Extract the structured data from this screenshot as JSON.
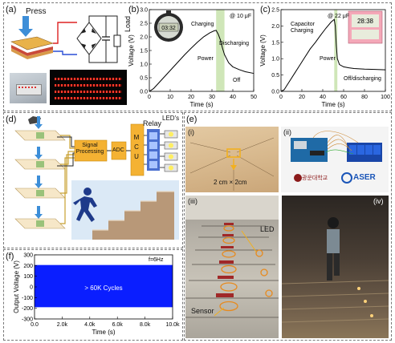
{
  "panels": {
    "a": {
      "letter": "(a)",
      "press": "Press",
      "load": "Load"
    },
    "b": {
      "letter": "(b)",
      "annotation": "@ 10 μF",
      "charging": "Charging",
      "power": "Power",
      "discharging": "Discharging",
      "off": "Off",
      "stopwatch_display": "03:32"
    },
    "c": {
      "letter": "(c)",
      "annotation": "@ 22 μF",
      "capacitor_charging": "Capacitor\nCharging",
      "power": "Power",
      "off_discharging": "Off/discharging",
      "meter_display": "28:38"
    },
    "d": {
      "letter": "(d)",
      "signal_processing": "Signal\nProcessing",
      "adc": "ADC",
      "mcu": "M\nC\nU",
      "relay": "Relay",
      "leds": "LED's"
    },
    "e": {
      "letter": "(e)",
      "sub_i": "(i)",
      "sub_ii": "(ii)",
      "sub_iii": "(iii)",
      "sub_iv": "(iv)",
      "sensor_size": "2 cm × 2cm",
      "led": "LED",
      "sensor": "Sensor",
      "logo_korean": "광운대학교",
      "logo_aser": "ASER"
    },
    "f": {
      "letter": "(f)",
      "freq": "f=6Hz",
      "cycles": "> 60K Cycles"
    }
  },
  "chart_data": [
    {
      "id": "b",
      "type": "line",
      "xlabel": "Time (s)",
      "ylabel": "Voltage (V)",
      "xlim": [
        0,
        50
      ],
      "ylim": [
        0,
        3.0
      ],
      "xticks": [
        0,
        10,
        20,
        30,
        40,
        50
      ],
      "yticks": [
        0.0,
        0.5,
        1.0,
        1.5,
        2.0,
        2.5,
        3.0
      ],
      "ytick_labels": [
        "0.0",
        "0.5",
        "1.0",
        "1.5",
        "2.0",
        "2.5",
        "3.0"
      ],
      "highlight_band": [
        32,
        36
      ],
      "highlight_color": "#cfe6b8",
      "series": [
        {
          "x": [
            0,
            2,
            5,
            8,
            11,
            14,
            17,
            20,
            23,
            26,
            29,
            31,
            32,
            33,
            34,
            35,
            36,
            38,
            40,
            43,
            46,
            50
          ],
          "y": [
            0.0,
            0.1,
            0.35,
            0.6,
            0.85,
            1.1,
            1.35,
            1.58,
            1.8,
            2.0,
            2.15,
            2.22,
            2.24,
            2.1,
            1.9,
            1.6,
            1.35,
            1.05,
            0.9,
            0.8,
            0.72,
            0.66
          ]
        }
      ]
    },
    {
      "id": "c",
      "type": "line",
      "xlabel": "Time (s)",
      "ylabel": "Voltage (V)",
      "xlim": [
        0,
        100
      ],
      "ylim": [
        0,
        2.5
      ],
      "xticks": [
        0,
        20,
        40,
        60,
        80,
        100
      ],
      "yticks": [
        0.0,
        0.5,
        1.0,
        1.5,
        2.0,
        2.5
      ],
      "ytick_labels": [
        "0.0",
        "0.5",
        "1.0",
        "1.5",
        "2.0",
        "2.5"
      ],
      "highlight_band": [
        51,
        54
      ],
      "highlight_color": "#cfe6b8",
      "series": [
        {
          "x": [
            0,
            3,
            8,
            13,
            18,
            23,
            28,
            33,
            38,
            43,
            48,
            51,
            52,
            53,
            54,
            56,
            60,
            65,
            70,
            80,
            90,
            100
          ],
          "y": [
            0.0,
            0.05,
            0.3,
            0.55,
            0.8,
            1.05,
            1.3,
            1.5,
            1.72,
            1.93,
            2.12,
            2.2,
            2.0,
            1.4,
            1.0,
            0.82,
            0.75,
            0.72,
            0.7,
            0.68,
            0.67,
            0.66
          ]
        }
      ]
    },
    {
      "id": "f",
      "type": "area",
      "xlabel": "Time (s)",
      "ylabel": "Output Voltage (V)",
      "xlim": [
        0,
        10000
      ],
      "ylim": [
        -300,
        300
      ],
      "xticks": [
        0,
        2000,
        4000,
        6000,
        8000,
        10000
      ],
      "xtick_labels": [
        "0.0",
        "2.0k",
        "4.0k",
        "6.0k",
        "8.0k",
        "10.0k"
      ],
      "yticks": [
        -300,
        -200,
        -100,
        0,
        100,
        200,
        300
      ],
      "ytick_labels": [
        "-300",
        "-200",
        "-100",
        "0",
        "100",
        "200",
        "300"
      ],
      "band_range": [
        0,
        10000
      ],
      "band_min": -190,
      "band_max": 205,
      "fill_color": "#0a1eff"
    }
  ]
}
